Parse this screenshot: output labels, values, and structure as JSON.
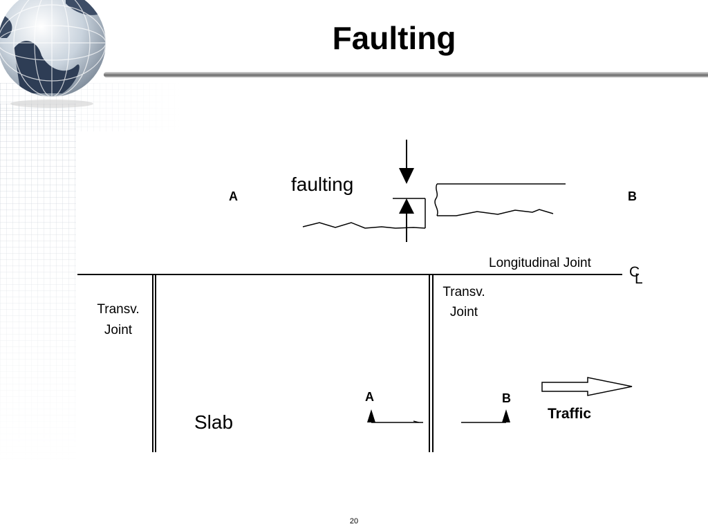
{
  "slide": {
    "title": "Faulting",
    "page_number": "20"
  },
  "diagram": {
    "faulting_label": "faulting",
    "section_a_top": "A",
    "section_b_top": "B",
    "longitudinal_joint": "Longitudinal Joint",
    "centerline_symbol_c": "C",
    "centerline_symbol_l": "L",
    "transv_joint_left_line1": "Transv.",
    "transv_joint_left_line2": "Joint",
    "transv_joint_right_line1": "Transv.",
    "transv_joint_right_line2": "Joint",
    "slab": "Slab",
    "section_a_bottom": "A",
    "section_b_bottom": "B",
    "traffic": "Traffic"
  }
}
